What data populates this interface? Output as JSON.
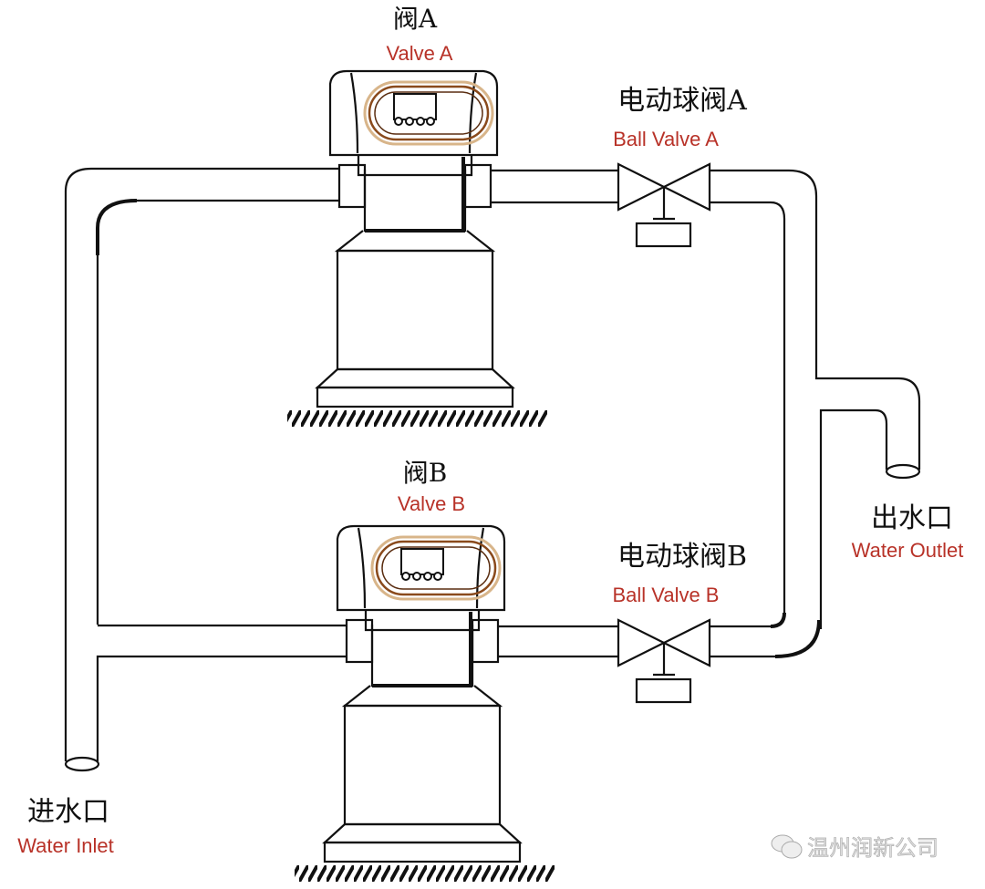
{
  "valve_a": {
    "cn": "阀A",
    "en": "Valve A"
  },
  "valve_b": {
    "cn": "阀B",
    "en": "Valve B"
  },
  "ball_valve_a": {
    "cn": "电动球阀A",
    "en": "Ball Valve A"
  },
  "ball_valve_b": {
    "cn": "电动球阀B",
    "en": "Ball Valve B"
  },
  "outlet": {
    "cn": "出水口",
    "en": "Water Outlet"
  },
  "inlet": {
    "cn": "进水口",
    "en": "Water Inlet"
  },
  "watermark": "温州润新公司",
  "colors": {
    "label_red": "#b83228",
    "panel_trim": "#b8742e"
  }
}
